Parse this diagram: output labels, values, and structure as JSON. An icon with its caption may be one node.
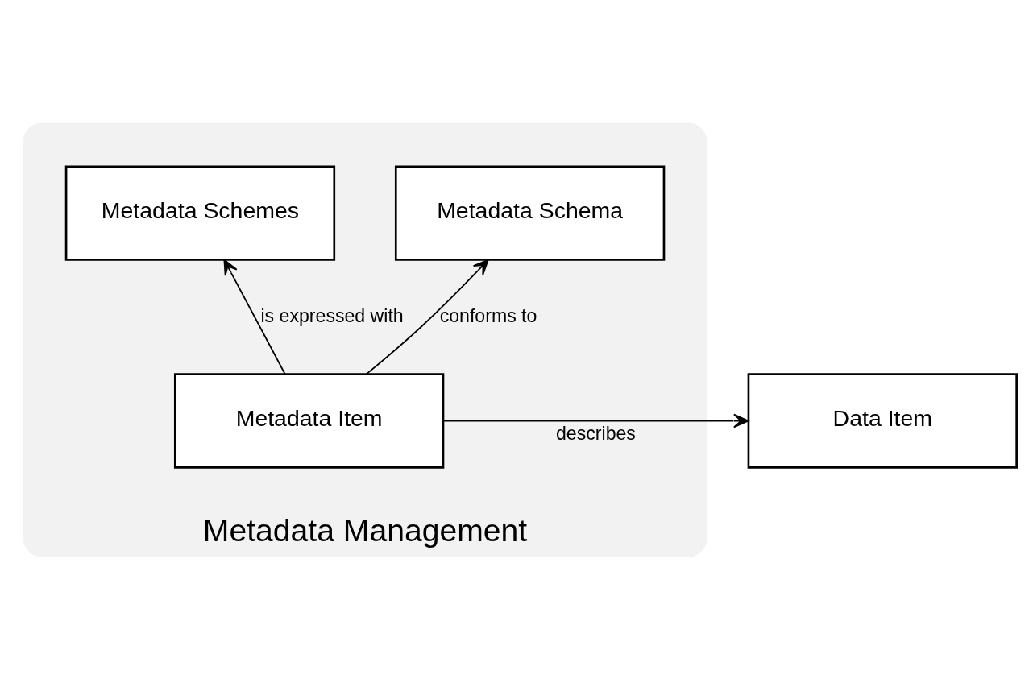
{
  "diagram": {
    "nodes": [
      {
        "text": [
          "Metadata Management"
        ]
      },
      {
        "text": [
          "Metadata Schemes"
        ],
        "in": 0
      },
      {
        "text": [
          "Metadata Schema"
        ],
        "in": 0
      },
      {
        "text": [
          "Metadata Item"
        ],
        "in": 0
      },
      {
        "text": [
          "Data Item"
        ]
      }
    ],
    "edges": [
      {
        "from": 3,
        "to": 1,
        "arrow": "to",
        "label": "is expressed with"
      },
      {
        "from": 3,
        "to": 2,
        "arrow": "to",
        "label": "conforms to"
      },
      {
        "from": 3,
        "to": 4,
        "arrow": "to",
        "label": "describes"
      }
    ]
  }
}
